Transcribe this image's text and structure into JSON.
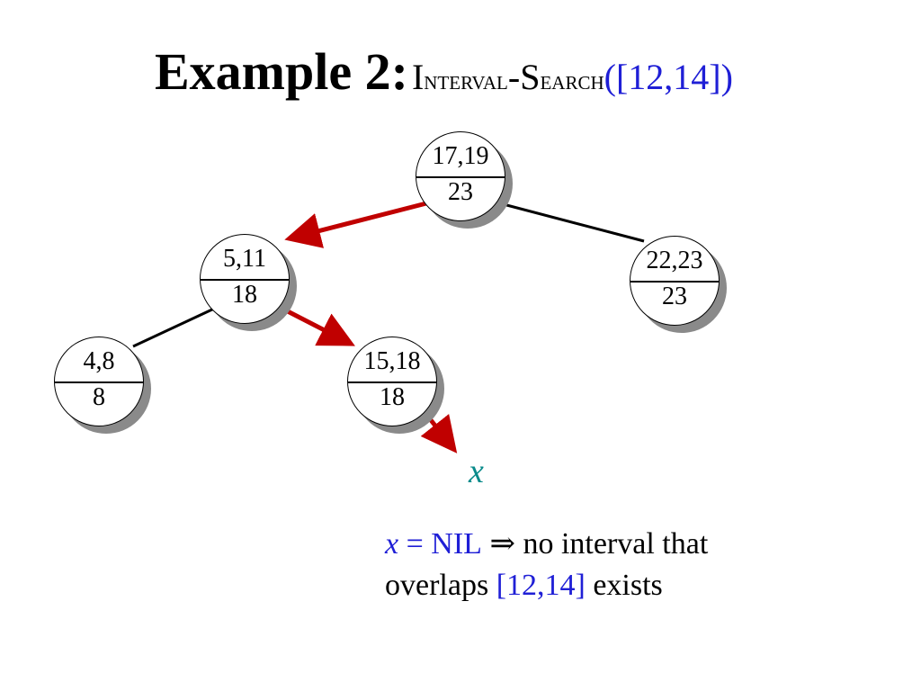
{
  "title": {
    "main": "Example 2:",
    "func_I": "I",
    "func_nterval": "nterval",
    "func_dash": "-",
    "func_S": "S",
    "func_earch": "earch",
    "arg": "([12,14])"
  },
  "nodes": [
    {
      "id": "root",
      "interval": "17,19",
      "max": "23"
    },
    {
      "id": "left",
      "interval": "5,11",
      "max": "18"
    },
    {
      "id": "right",
      "interval": "22,23",
      "max": "23"
    },
    {
      "id": "left-left",
      "interval": "4,8",
      "max": "8"
    },
    {
      "id": "left-right",
      "interval": "15,18",
      "max": "18"
    }
  ],
  "x_label": "x",
  "note": {
    "x": "x",
    "eq": " = ",
    "nil": "NIL",
    "implies": " ⇒ ",
    "line1_rest": "no interval that",
    "line2_pre": "overlaps ",
    "interval": "[12,14]",
    "line2_post": " exists"
  },
  "colors": {
    "search_path": "#c00000",
    "edge": "#000000",
    "interval_text": "#1f1fd6",
    "x_label": "#0a8b8b",
    "shadow": "#8a8a8a"
  }
}
